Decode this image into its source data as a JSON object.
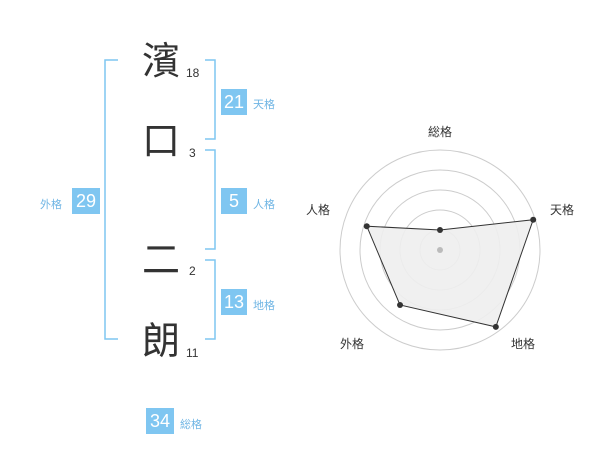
{
  "name": {
    "chars": [
      {
        "char": "濱",
        "strokes": "18"
      },
      {
        "char": "口",
        "strokes": "3"
      },
      {
        "char": "二",
        "strokes": "2"
      },
      {
        "char": "朗",
        "strokes": "11"
      }
    ]
  },
  "kaku": {
    "tenkaku": {
      "value": "21",
      "label": "天格"
    },
    "jinkaku": {
      "value": "5",
      "label": "人格"
    },
    "chikaku": {
      "value": "13",
      "label": "地格"
    },
    "gaikaku": {
      "value": "29",
      "label": "外格"
    },
    "soukaku": {
      "value": "34",
      "label": "総格"
    }
  },
  "colors": {
    "accent": "#7fc6f1",
    "bracket": "#6fb5e4",
    "text": "#333333",
    "grid": "#cccccc",
    "polygon_fill": "#eeeeee"
  },
  "chart_data": {
    "type": "radar",
    "axes": [
      "総格",
      "天格",
      "地格",
      "外格",
      "人格"
    ],
    "values": [
      0.2,
      0.98,
      0.95,
      0.68,
      0.77
    ],
    "max": 1,
    "rings": 5,
    "grid": true
  }
}
